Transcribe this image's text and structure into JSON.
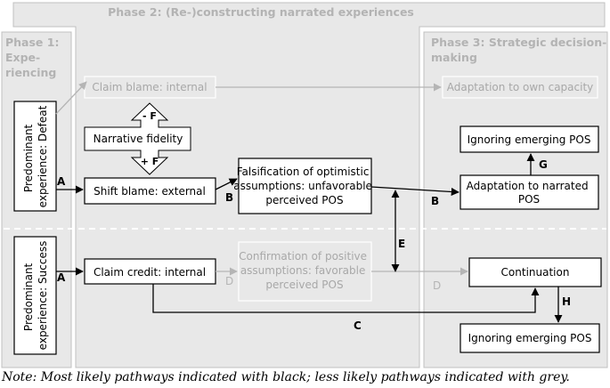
{
  "colors": {
    "grey_text": "#a8a8a8",
    "phase_text": "#b3b3b3",
    "panel": "#e8e8e8",
    "black": "#000000"
  },
  "phases": {
    "p1": [
      "Phase 1:",
      "Expe-",
      "riencing"
    ],
    "p2": "Phase 2: (Re-)constructing narrated experiences",
    "p3": [
      "Phase 3: Strategic decision-",
      "making"
    ]
  },
  "experiences": {
    "defeat": [
      "Predominant",
      "experience: Defeat"
    ],
    "success": [
      "Predominant",
      "experience: Success"
    ]
  },
  "boxes": {
    "claim_blame": "Claim blame: internal",
    "narrative_fidelity": "Narrative fidelity",
    "shift_blame": "Shift blame: external",
    "falsification": [
      "Falsification of optimistic",
      "assumptions: unfavorable",
      "perceived POS"
    ],
    "claim_credit": "Claim credit: internal",
    "confirmation": [
      "Confirmation of positive",
      "assumptions: favorable",
      "perceived POS"
    ],
    "adapt_own": "Adaptation to own capacity",
    "ignoring_top": "Ignoring emerging POS",
    "adapt_narrated": [
      "Adaptation to narrated",
      "POS"
    ],
    "continuation": "Continuation",
    "ignoring_bottom": "Ignoring emerging POS"
  },
  "signs": {
    "minus_f": "- F",
    "plus_f": "+ F"
  },
  "path_labels": {
    "a1": "A",
    "a2": "A",
    "b1": "B",
    "b2": "B",
    "c": "C",
    "d1": "D",
    "d2": "D",
    "e": "E",
    "g": "G",
    "h": "H"
  },
  "note": "Note: Most likely pathways indicated with black; less likely pathways indicated with grey."
}
